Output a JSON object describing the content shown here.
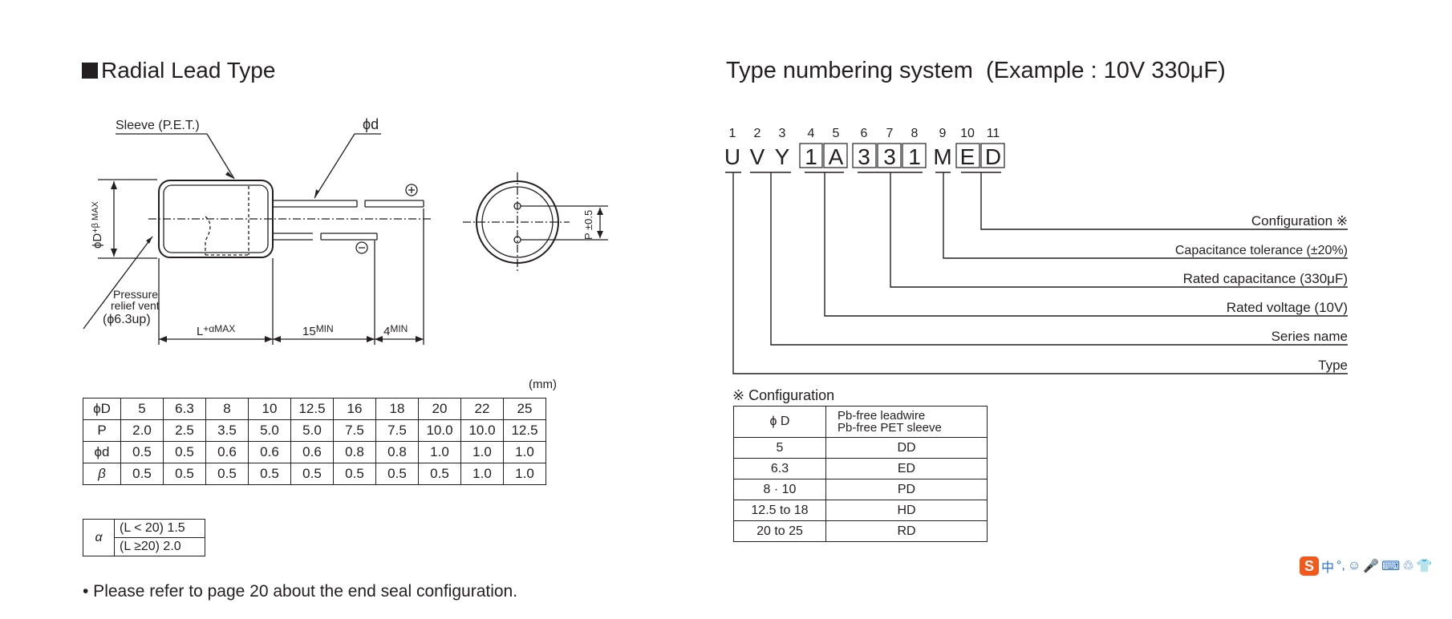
{
  "left": {
    "heading": "Radial Lead Type",
    "drawing": {
      "sleeve": "Sleeve (P.E.T.)",
      "lead_dia": "ϕd",
      "plus": "+",
      "minus": "−",
      "pd_pre": "ϕD",
      "pd_sup": "+β MAX",
      "vent1": "Pressure",
      "vent2": "relief vent",
      "vent3": "(ϕ6.3up)",
      "len_pre": "L",
      "len_sup": "+αMAX",
      "lead_pre": "15",
      "lead_sup": "MIN",
      "end_pre": "4",
      "end_sup": "MIN",
      "pitch": "P ±0.5"
    },
    "unit": "(mm)",
    "dims": [
      [
        "ϕD",
        "5",
        "6.3",
        "8",
        "10",
        "12.5",
        "16",
        "18",
        "20",
        "22",
        "25"
      ],
      [
        "P",
        "2.0",
        "2.5",
        "3.5",
        "5.0",
        "5.0",
        "7.5",
        "7.5",
        "10.0",
        "10.0",
        "12.5"
      ],
      [
        "ϕd",
        "0.5",
        "0.5",
        "0.6",
        "0.6",
        "0.6",
        "0.8",
        "0.8",
        "1.0",
        "1.0",
        "1.0"
      ],
      [
        "β",
        "0.5",
        "0.5",
        "0.5",
        "0.5",
        "0.5",
        "0.5",
        "0.5",
        "0.5",
        "1.0",
        "1.0"
      ]
    ],
    "alpha": {
      "symbol": "α",
      "row1": "(L < 20) 1.5",
      "row2": "(L ≥20) 2.0"
    },
    "note": "• Please refer to page 20 about the end seal configuration."
  },
  "right": {
    "heading": "Type numbering system  (Example : 10V 330μF)",
    "positions": [
      "1",
      "2",
      "3",
      "4",
      "5",
      "6",
      "7",
      "8",
      "9",
      "10",
      "11"
    ],
    "code": [
      "U",
      "V",
      "Y",
      "1",
      "A",
      "3",
      "3",
      "1",
      "M",
      "E",
      "D"
    ],
    "labels": {
      "config": "Configuration ※",
      "tolerance": "Capacitance tolerance (±20%)",
      "capacitance": "Rated capacitance (330μF)",
      "voltage": "Rated voltage (10V)",
      "series": "Series name",
      "type": "Type"
    },
    "config_title": "※ Configuration",
    "config_table": {
      "h1": "ϕ D",
      "h2a": "Pb-free leadwire",
      "h2b": "Pb-free PET sleeve",
      "rows": [
        [
          "5",
          "DD"
        ],
        [
          "6.3",
          "ED"
        ],
        [
          "8 · 10",
          "PD"
        ],
        [
          "12.5 to 18",
          "HD"
        ],
        [
          "20 to 25",
          "RD"
        ]
      ]
    }
  },
  "toolbar": {
    "logo": "S",
    "ime": "中",
    "punct": "°,",
    "icons": [
      "☺",
      "🎤",
      "⌨",
      "♲",
      "👕"
    ]
  }
}
